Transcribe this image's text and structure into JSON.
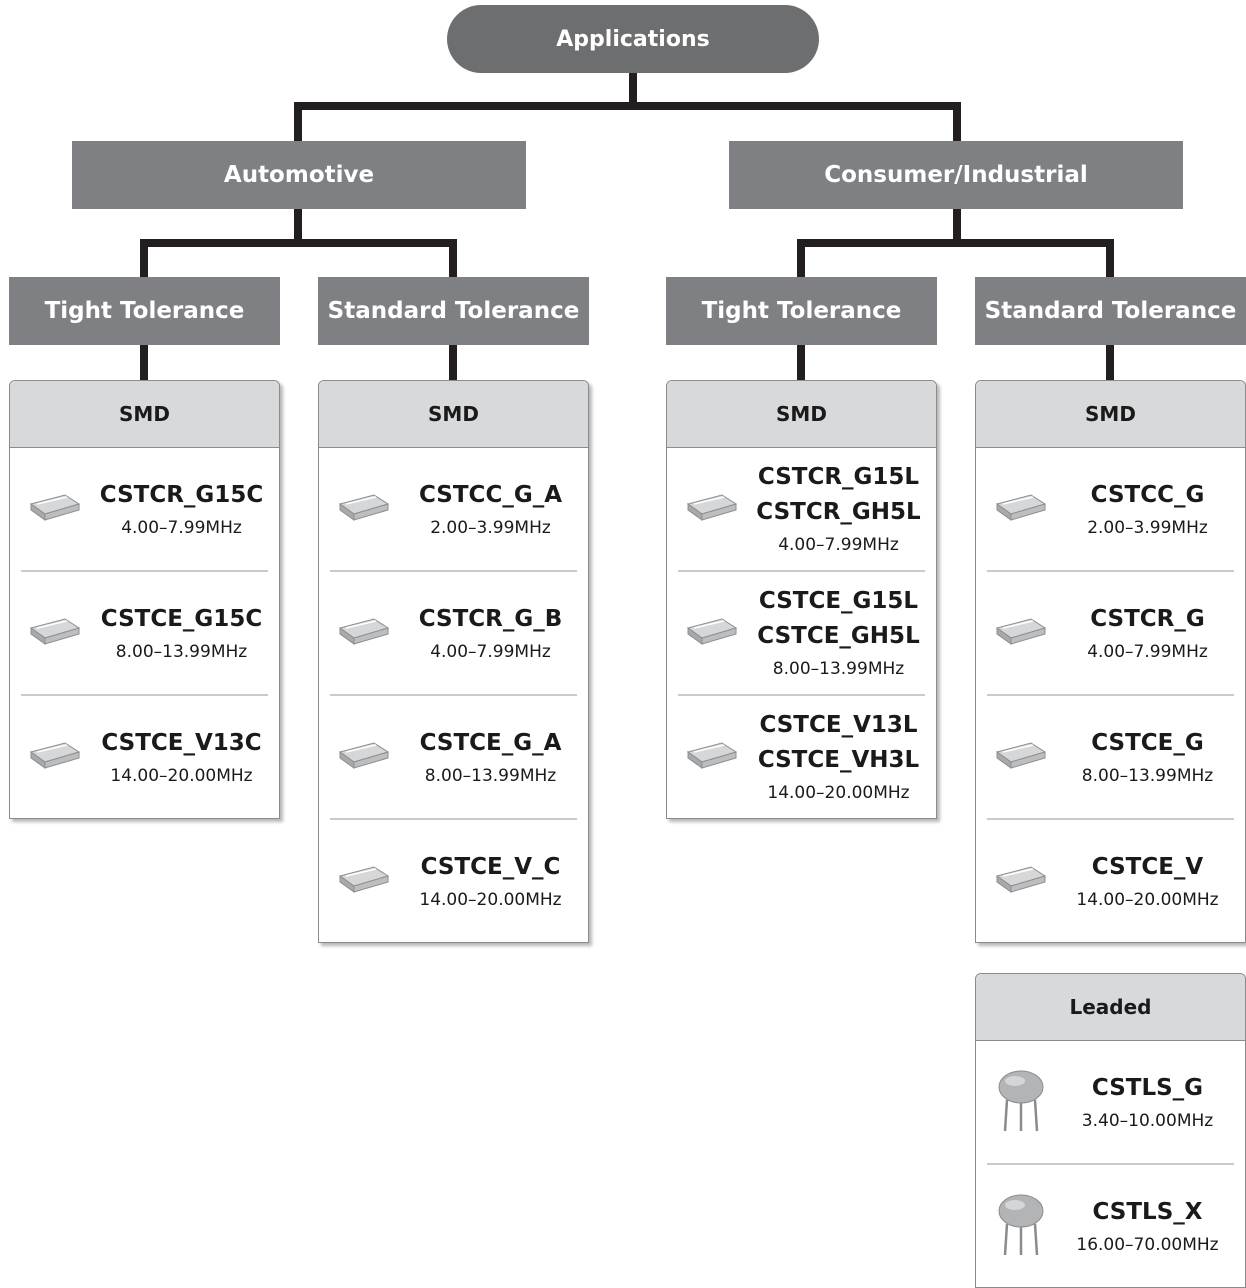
{
  "root": {
    "label": "Applications"
  },
  "categories": [
    {
      "label": "Automotive",
      "tolerances": [
        {
          "label": "Tight Tolerance",
          "groups": [
            {
              "title": "SMD",
              "items": [
                {
                  "names": [
                    "CSTCR_G15C"
                  ],
                  "freq": "4.00–7.99MHz",
                  "icon": "smd-resonator-icon"
                },
                {
                  "names": [
                    "CSTCE_G15C"
                  ],
                  "freq": "8.00–13.99MHz",
                  "icon": "smd-resonator-icon"
                },
                {
                  "names": [
                    "CSTCE_V13C"
                  ],
                  "freq": "14.00–20.00MHz",
                  "icon": "smd-resonator-icon"
                }
              ]
            }
          ]
        },
        {
          "label": "Standard Tolerance",
          "groups": [
            {
              "title": "SMD",
              "items": [
                {
                  "names": [
                    "CSTCC_G_A"
                  ],
                  "freq": "2.00–3.99MHz",
                  "icon": "smd-resonator-icon"
                },
                {
                  "names": [
                    "CSTCR_G_B"
                  ],
                  "freq": "4.00–7.99MHz",
                  "icon": "smd-resonator-icon"
                },
                {
                  "names": [
                    "CSTCE_G_A"
                  ],
                  "freq": "8.00–13.99MHz",
                  "icon": "smd-resonator-icon"
                },
                {
                  "names": [
                    "CSTCE_V_C"
                  ],
                  "freq": "14.00–20.00MHz",
                  "icon": "smd-resonator-icon"
                }
              ]
            }
          ]
        }
      ]
    },
    {
      "label": "Consumer/Industrial",
      "tolerances": [
        {
          "label": "Tight Tolerance",
          "groups": [
            {
              "title": "SMD",
              "items": [
                {
                  "names": [
                    "CSTCR_G15L",
                    "CSTCR_GH5L"
                  ],
                  "freq": "4.00–7.99MHz",
                  "icon": "smd-resonator-icon"
                },
                {
                  "names": [
                    "CSTCE_G15L",
                    "CSTCE_GH5L"
                  ],
                  "freq": "8.00–13.99MHz",
                  "icon": "smd-resonator-icon"
                },
                {
                  "names": [
                    "CSTCE_V13L",
                    "CSTCE_VH3L"
                  ],
                  "freq": "14.00–20.00MHz",
                  "icon": "smd-resonator-icon"
                }
              ]
            }
          ]
        },
        {
          "label": "Standard Tolerance",
          "groups": [
            {
              "title": "SMD",
              "items": [
                {
                  "names": [
                    "CSTCC_G"
                  ],
                  "freq": "2.00–3.99MHz",
                  "icon": "smd-resonator-icon"
                },
                {
                  "names": [
                    "CSTCR_G"
                  ],
                  "freq": "4.00–7.99MHz",
                  "icon": "smd-resonator-icon"
                },
                {
                  "names": [
                    "CSTCE_G"
                  ],
                  "freq": "8.00–13.99MHz",
                  "icon": "smd-resonator-icon"
                },
                {
                  "names": [
                    "CSTCE_V"
                  ],
                  "freq": "14.00–20.00MHz",
                  "icon": "smd-resonator-icon"
                }
              ]
            },
            {
              "title": "Leaded",
              "items": [
                {
                  "names": [
                    "CSTLS_G"
                  ],
                  "freq": "3.40–10.00MHz",
                  "icon": "leaded-resonator-icon"
                },
                {
                  "names": [
                    "CSTLS_X"
                  ],
                  "freq": "16.00–70.00MHz",
                  "icon": "leaded-resonator-icon"
                }
              ]
            }
          ]
        }
      ]
    }
  ],
  "colors": {
    "root": "#6d6e70",
    "category": "#7f8083",
    "connector": "#231f20",
    "panel_header": "#d8d9db",
    "divider": "#c9cacc"
  }
}
